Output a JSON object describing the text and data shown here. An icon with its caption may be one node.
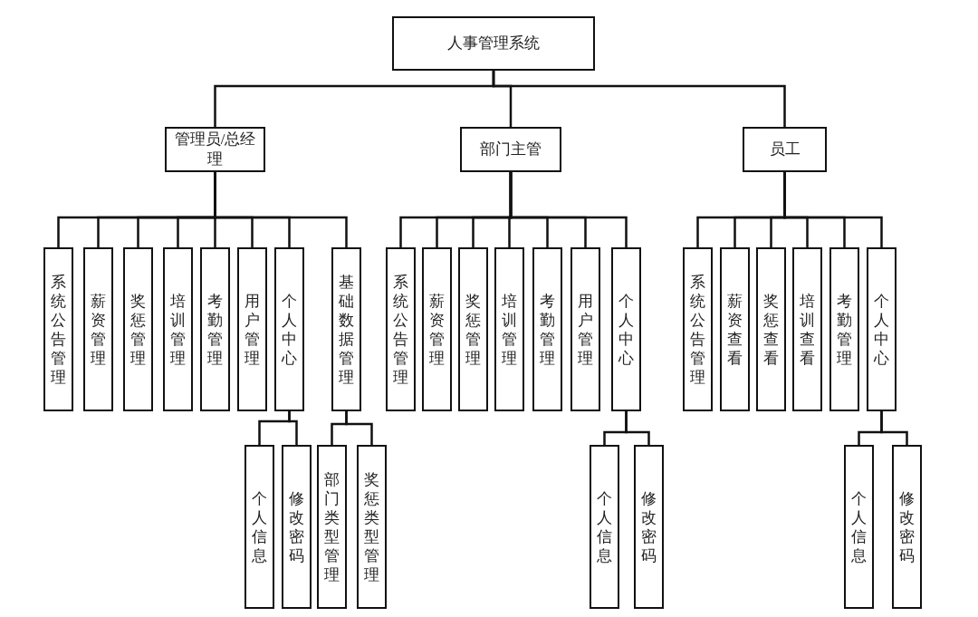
{
  "diagram": {
    "nodes": [
      {
        "text": [
          "人事管理系统"
        ]
      },
      {
        "text": [
          "管理员/总经理"
        ]
      },
      {
        "text": [
          "部门主管"
        ]
      },
      {
        "text": [
          "员工"
        ]
      },
      {
        "text": [
          "系统公告管理"
        ]
      },
      {
        "text": [
          "薪资管理"
        ]
      },
      {
        "text": [
          "奖惩管理"
        ]
      },
      {
        "text": [
          "培训管理"
        ]
      },
      {
        "text": [
          "考勤管理"
        ]
      },
      {
        "text": [
          "用户管理"
        ]
      },
      {
        "text": [
          "个人中心"
        ]
      },
      {
        "text": [
          "基础数据管理"
        ]
      },
      {
        "text": [
          "个人信息"
        ]
      },
      {
        "text": [
          "修改密码"
        ]
      },
      {
        "text": [
          "部门类型管理"
        ]
      },
      {
        "text": [
          "奖惩类型管理"
        ]
      },
      {
        "text": [
          "系统公告管理"
        ]
      },
      {
        "text": [
          "薪资管理"
        ]
      },
      {
        "text": [
          "奖惩管理"
        ]
      },
      {
        "text": [
          "培训管理"
        ]
      },
      {
        "text": [
          "考勤管理"
        ]
      },
      {
        "text": [
          "用户管理"
        ]
      },
      {
        "text": [
          "个人中心"
        ]
      },
      {
        "text": [
          "个人信息"
        ]
      },
      {
        "text": [
          "修改密码"
        ]
      },
      {
        "text": [
          "系统公告管理"
        ]
      },
      {
        "text": [
          "薪资查看"
        ]
      },
      {
        "text": [
          "奖惩查看"
        ]
      },
      {
        "text": [
          "培训查看"
        ]
      },
      {
        "text": [
          "考勤管理"
        ]
      },
      {
        "text": [
          "个人中心"
        ]
      },
      {
        "text": [
          "个人信息"
        ]
      },
      {
        "text": [
          "修改密码"
        ]
      }
    ],
    "edges": [
      {
        "from": 0,
        "to": 1,
        "arrow": "none"
      },
      {
        "from": 0,
        "to": 2,
        "arrow": "none"
      },
      {
        "from": 0,
        "to": 3,
        "arrow": "none"
      },
      {
        "from": 1,
        "to": 4,
        "arrow": "none"
      },
      {
        "from": 1,
        "to": 5,
        "arrow": "none"
      },
      {
        "from": 1,
        "to": 6,
        "arrow": "none"
      },
      {
        "from": 1,
        "to": 7,
        "arrow": "none"
      },
      {
        "from": 1,
        "to": 8,
        "arrow": "none"
      },
      {
        "from": 1,
        "to": 9,
        "arrow": "none"
      },
      {
        "from": 1,
        "to": 10,
        "arrow": "none"
      },
      {
        "from": 1,
        "to": 11,
        "arrow": "none"
      },
      {
        "from": 10,
        "to": 12,
        "arrow": "none"
      },
      {
        "from": 10,
        "to": 13,
        "arrow": "none"
      },
      {
        "from": 11,
        "to": 14,
        "arrow": "none"
      },
      {
        "from": 11,
        "to": 15,
        "arrow": "none"
      },
      {
        "from": 2,
        "to": 16,
        "arrow": "none"
      },
      {
        "from": 2,
        "to": 17,
        "arrow": "none"
      },
      {
        "from": 2,
        "to": 18,
        "arrow": "none"
      },
      {
        "from": 2,
        "to": 19,
        "arrow": "none"
      },
      {
        "from": 2,
        "to": 20,
        "arrow": "none"
      },
      {
        "from": 2,
        "to": 21,
        "arrow": "none"
      },
      {
        "from": 2,
        "to": 22,
        "arrow": "none"
      },
      {
        "from": 22,
        "to": 23,
        "arrow": "none"
      },
      {
        "from": 22,
        "to": 24,
        "arrow": "none"
      },
      {
        "from": 3,
        "to": 25,
        "arrow": "none"
      },
      {
        "from": 3,
        "to": 26,
        "arrow": "none"
      },
      {
        "from": 3,
        "to": 27,
        "arrow": "none"
      },
      {
        "from": 3,
        "to": 28,
        "arrow": "none"
      },
      {
        "from": 3,
        "to": 29,
        "arrow": "none"
      },
      {
        "from": 3,
        "to": 30,
        "arrow": "none"
      },
      {
        "from": 30,
        "to": 31,
        "arrow": "none"
      },
      {
        "from": 30,
        "to": 32,
        "arrow": "none"
      }
    ]
  }
}
